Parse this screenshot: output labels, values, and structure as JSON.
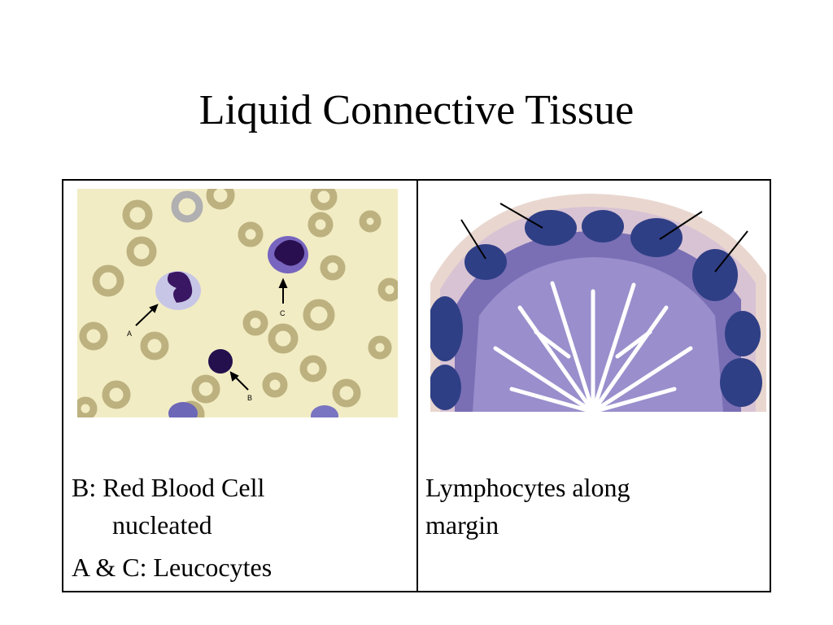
{
  "slide": {
    "title": "Liquid Connective Tissue"
  },
  "left_cell": {
    "image_labels": {
      "a": "A",
      "b": "B",
      "c": "C"
    },
    "caption_line1": "B: Red Blood Cell",
    "caption_line2": "nucleated",
    "caption_line3": "A & C: Leucocytes"
  },
  "right_cell": {
    "caption_line1": "Lymphocytes along",
    "caption_line2": "margin"
  }
}
